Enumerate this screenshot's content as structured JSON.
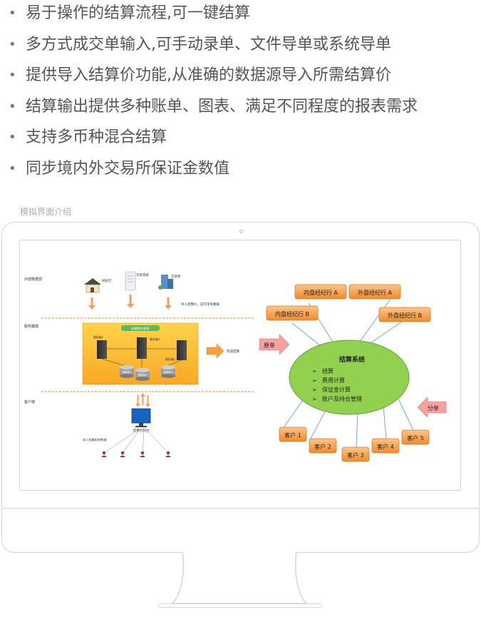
{
  "features": [
    "易于操作的结算流程,可一键结算",
    "多方式成交单输入,可手动录单、文件导单或系统导单",
    "提供导入结算价功能,从准确的数据源导入所需结算价",
    "结算输出提供多种账单、图表、满足不同程度的报表需求",
    "支持多币种混合结算",
    "同步境内外交易所保证金数值"
  ],
  "bullet": "•",
  "section_label": "模拟界面介绍",
  "left_diagram": {
    "zone_external": "外部数据源",
    "zone_server": "服务器端",
    "zone_client": "客户端",
    "node_broker": "经纪行",
    "node_trading_system": "交易系统",
    "node_exchange": "交易所",
    "import_note": "导入结算价、成交单等数据",
    "platform_title": "结算综合系统",
    "server_a": "服务器A",
    "server_b": "服务器B",
    "server_c": "服务器C",
    "db_1": "数据库1",
    "db_2": "数据库2",
    "db_3": "数据库3",
    "complete_label": "完成结算",
    "console_label": "结算控制台",
    "entry_label": "录入结算相关数据"
  },
  "right_diagram": {
    "center_title": "结算系统",
    "center_items": [
      "结算",
      "费用计算",
      "保证金计算",
      "账户及持仓管理"
    ],
    "item_marker": "➢",
    "inner_broker_a": "内盘经纪行 A",
    "inner_broker_b": "内盘经纪行 B",
    "outer_broker_a": "外盘经纪行 A",
    "outer_broker_b": "外盘经纪行 B",
    "in_arrow": "原单",
    "out_arrow": "分单",
    "clients": [
      "客户 1",
      "客户 2",
      "客户 3",
      "客户 4",
      "客户 5"
    ]
  },
  "colors": {
    "text": "#555555",
    "green": "#92d050",
    "orange_box": "#f6a04d",
    "arrow_red": "#f7a0a0",
    "arrow_orange": "#f8a040",
    "platform_yellow": "#ffc000",
    "line_blue": "#6fa8dc"
  }
}
